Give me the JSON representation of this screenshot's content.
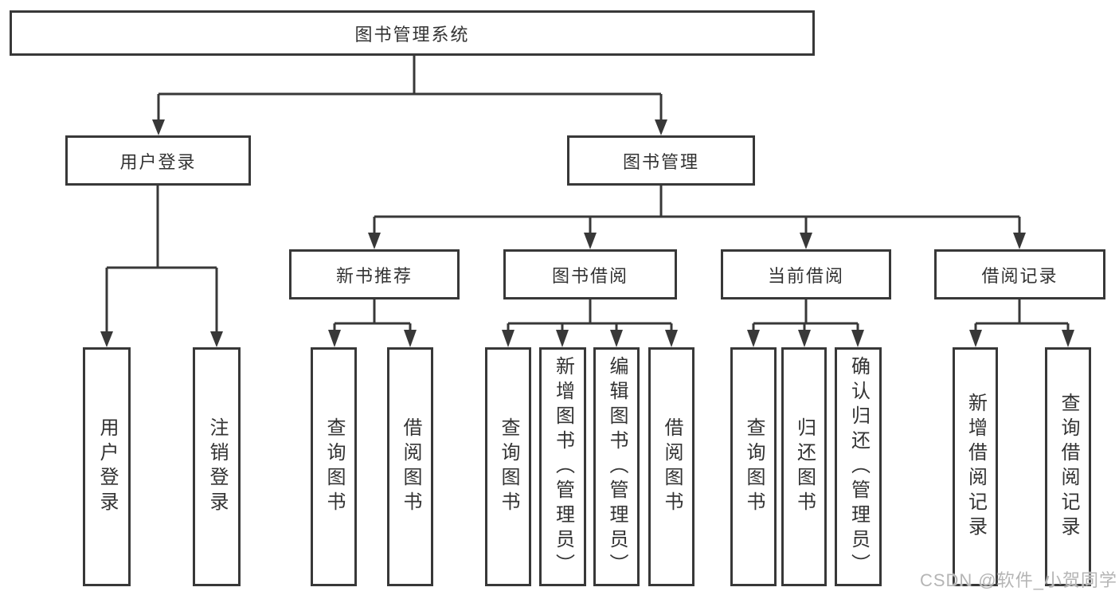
{
  "colors": {
    "line": "#383838",
    "box_border": "#383838",
    "text": "#333333",
    "background": "#ffffff",
    "watermark": "#b5b5b5"
  },
  "watermark": {
    "text": "CSDN @软件_小贺同学"
  },
  "tree": {
    "label": "图书管理系统",
    "children": [
      {
        "label": "用户登录",
        "children": [
          {
            "label": "用户登录"
          },
          {
            "label": "注销登录"
          }
        ]
      },
      {
        "label": "图书管理",
        "children": [
          {
            "label": "新书推荐",
            "children": [
              {
                "label": "查询图书"
              },
              {
                "label": "借阅图书"
              }
            ]
          },
          {
            "label": "图书借阅",
            "children": [
              {
                "label": "查询图书"
              },
              {
                "label": "新增图书（管理员）"
              },
              {
                "label": "编辑图书（管理员）"
              },
              {
                "label": "借阅图书"
              }
            ]
          },
          {
            "label": "当前借阅",
            "children": [
              {
                "label": "查询图书"
              },
              {
                "label": "归还图书"
              },
              {
                "label": "确认归还（管理员）"
              }
            ]
          },
          {
            "label": "借阅记录",
            "children": [
              {
                "label": "新增借阅记录"
              },
              {
                "label": "查询借阅记录"
              }
            ]
          }
        ]
      }
    ]
  }
}
